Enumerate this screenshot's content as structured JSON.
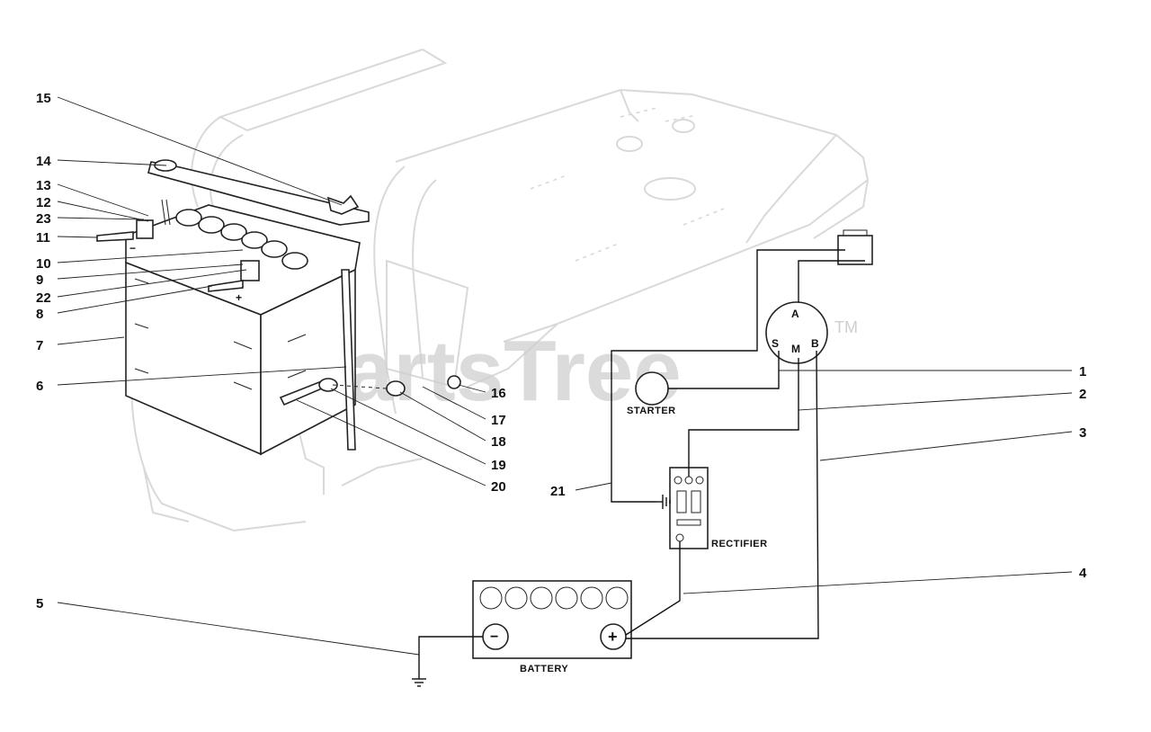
{
  "watermark": {
    "text": "PartsTree",
    "trademark": "TM"
  },
  "callouts": [
    {
      "id": "1",
      "label": "1"
    },
    {
      "id": "2",
      "label": "2"
    },
    {
      "id": "3",
      "label": "3"
    },
    {
      "id": "4",
      "label": "4"
    },
    {
      "id": "5",
      "label": "5"
    },
    {
      "id": "6",
      "label": "6"
    },
    {
      "id": "7",
      "label": "7"
    },
    {
      "id": "8",
      "label": "8"
    },
    {
      "id": "9",
      "label": "9"
    },
    {
      "id": "10",
      "label": "10"
    },
    {
      "id": "11",
      "label": "11"
    },
    {
      "id": "12",
      "label": "12"
    },
    {
      "id": "13",
      "label": "13"
    },
    {
      "id": "14",
      "label": "14"
    },
    {
      "id": "15",
      "label": "15"
    },
    {
      "id": "16",
      "label": "16"
    },
    {
      "id": "17",
      "label": "17"
    },
    {
      "id": "18",
      "label": "18"
    },
    {
      "id": "19",
      "label": "19"
    },
    {
      "id": "20",
      "label": "20"
    },
    {
      "id": "21",
      "label": "21"
    },
    {
      "id": "22",
      "label": "22"
    },
    {
      "id": "23",
      "label": "23"
    }
  ],
  "components": {
    "starter": "STARTER",
    "rectifier": "RECTIFIER",
    "battery": "BATTERY",
    "gauge": {
      "center": "A",
      "left": "S",
      "middle": "M",
      "right": "B"
    }
  },
  "battery_terminals": {
    "negative": "−",
    "positive": "+"
  }
}
